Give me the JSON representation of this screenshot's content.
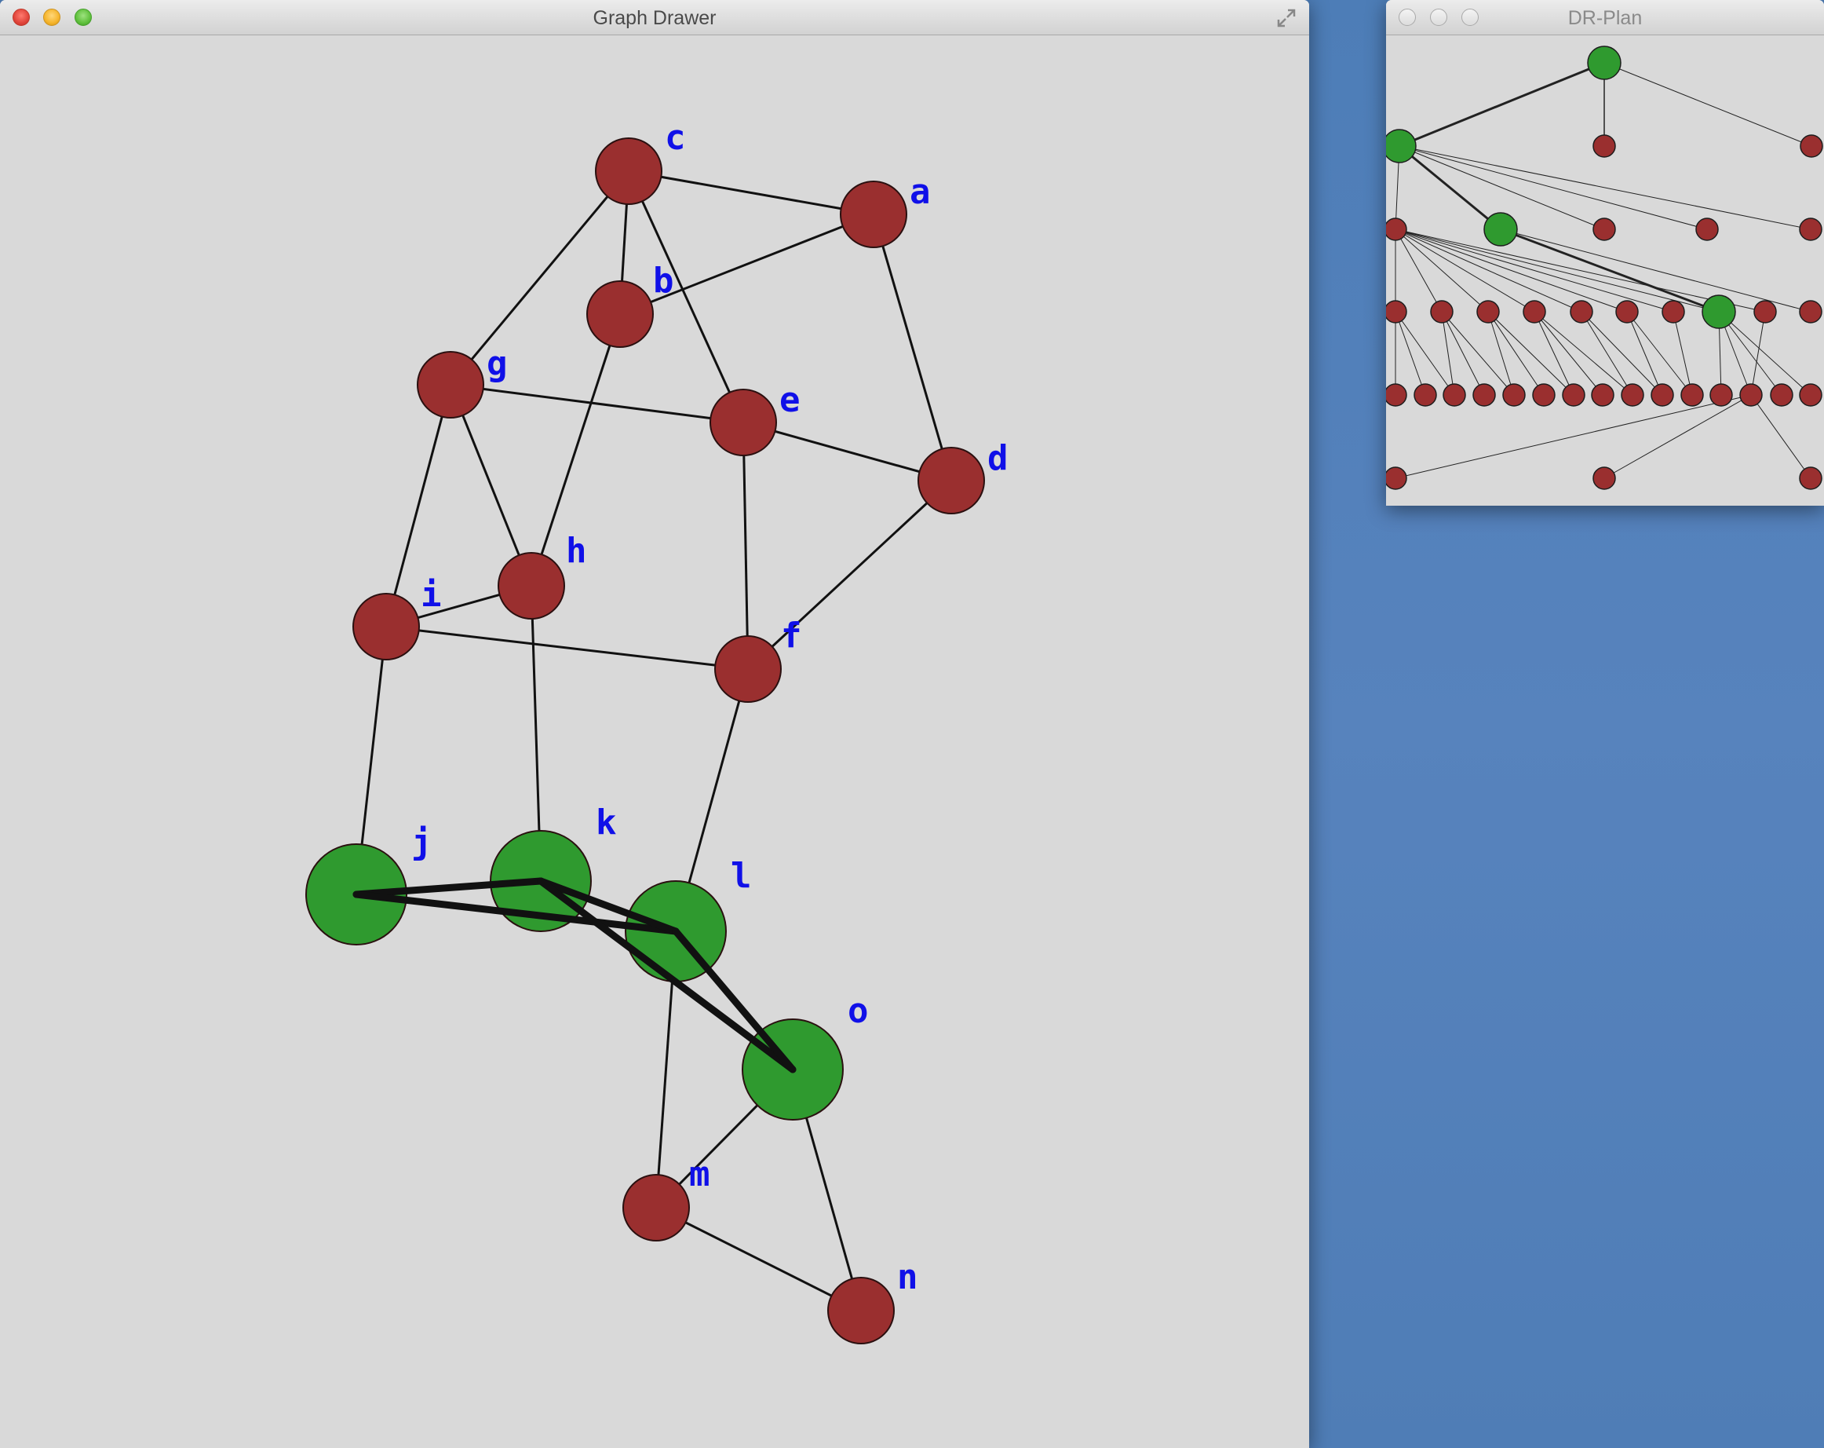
{
  "main_window": {
    "title": "Graph Drawer",
    "nodes": [
      {
        "id": "c",
        "label": "c",
        "color": "#9a2f2f"
      },
      {
        "id": "a",
        "label": "a",
        "color": "#9a2f2f"
      },
      {
        "id": "b",
        "label": "b",
        "color": "#9a2f2f"
      },
      {
        "id": "g",
        "label": "g",
        "color": "#9a2f2f"
      },
      {
        "id": "e",
        "label": "e",
        "color": "#9a2f2f"
      },
      {
        "id": "d",
        "label": "d",
        "color": "#9a2f2f"
      },
      {
        "id": "h",
        "label": "h",
        "color": "#9a2f2f"
      },
      {
        "id": "i",
        "label": "i",
        "color": "#9a2f2f"
      },
      {
        "id": "f",
        "label": "f",
        "color": "#9a2f2f"
      },
      {
        "id": "j",
        "label": "j",
        "color": "#2f9a2f"
      },
      {
        "id": "k",
        "label": "k",
        "color": "#2f9a2f"
      },
      {
        "id": "l",
        "label": "l",
        "color": "#2f9a2f"
      },
      {
        "id": "o",
        "label": "o",
        "color": "#2f9a2f"
      },
      {
        "id": "m",
        "label": "m",
        "color": "#9a2f2f"
      },
      {
        "id": "n",
        "label": "n",
        "color": "#9a2f2f"
      }
    ],
    "edges": [
      [
        "c",
        "a"
      ],
      [
        "c",
        "b"
      ],
      [
        "c",
        "g"
      ],
      [
        "c",
        "e"
      ],
      [
        "a",
        "b"
      ],
      [
        "a",
        "d"
      ],
      [
        "g",
        "e"
      ],
      [
        "e",
        "d"
      ],
      [
        "g",
        "h"
      ],
      [
        "g",
        "i"
      ],
      [
        "b",
        "h"
      ],
      [
        "e",
        "f"
      ],
      [
        "d",
        "f"
      ],
      [
        "i",
        "h"
      ],
      [
        "i",
        "f"
      ],
      [
        "i",
        "j"
      ],
      [
        "h",
        "k"
      ],
      [
        "f",
        "l"
      ],
      [
        "l",
        "m"
      ],
      [
        "o",
        "m"
      ],
      [
        "o",
        "n"
      ],
      [
        "m",
        "n"
      ]
    ],
    "bold_edges": [
      [
        "j",
        "k"
      ],
      [
        "j",
        "l"
      ],
      [
        "k",
        "l"
      ],
      [
        "k",
        "o"
      ],
      [
        "l",
        "o"
      ]
    ]
  },
  "dr_plan_window": {
    "title": "DR-Plan",
    "node_colors": {
      "cluster": "#2f9a2f",
      "leaf": "#9a2f2f"
    }
  },
  "colors": {
    "label": "#1010e8",
    "edge": "#111111",
    "canvas": "#d9d9d9"
  }
}
